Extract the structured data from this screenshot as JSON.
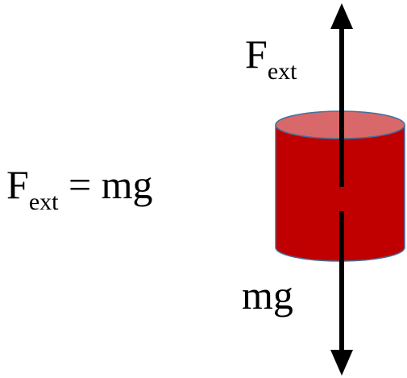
{
  "labels": {
    "force_up": {
      "main": "F",
      "subscript": "ext"
    },
    "equation": {
      "lhs_main": "F",
      "lhs_subscript": "ext",
      "rest": " = mg"
    },
    "force_down": "mg"
  },
  "colors": {
    "cylinder_body": "#c00000",
    "cylinder_top": "#d9686a",
    "cylinder_outline": "#41719c",
    "arrow": "#000000",
    "background": "#ffffff"
  }
}
